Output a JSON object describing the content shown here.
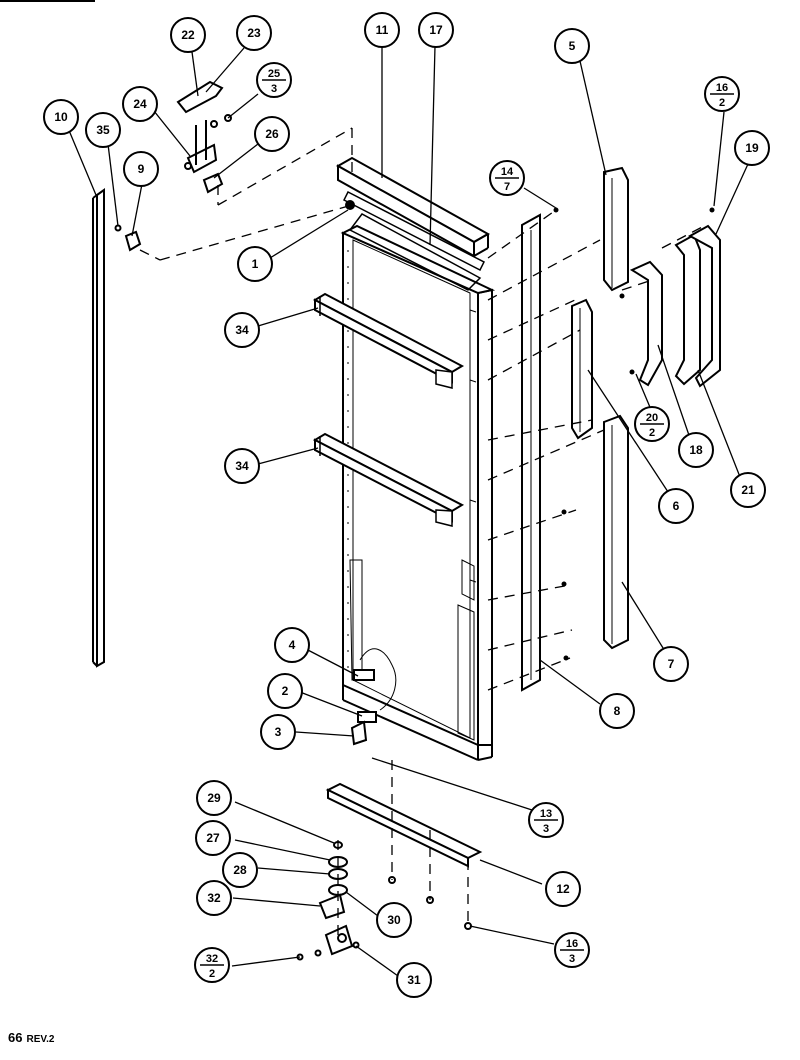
{
  "diagram": {
    "callouts": [
      {
        "id": "c22",
        "label": "22"
      },
      {
        "id": "c23",
        "label": "23"
      },
      {
        "id": "c25",
        "label": "25",
        "sub": "3"
      },
      {
        "id": "c24",
        "label": "24"
      },
      {
        "id": "c26",
        "label": "26"
      },
      {
        "id": "c10",
        "label": "10"
      },
      {
        "id": "c35",
        "label": "35"
      },
      {
        "id": "c9",
        "label": "9"
      },
      {
        "id": "c11",
        "label": "11"
      },
      {
        "id": "c17",
        "label": "17"
      },
      {
        "id": "c14",
        "label": "14",
        "sub": "7"
      },
      {
        "id": "c1",
        "label": "1"
      },
      {
        "id": "c5",
        "label": "5"
      },
      {
        "id": "c16a",
        "label": "16",
        "sub": "2"
      },
      {
        "id": "c19",
        "label": "19"
      },
      {
        "id": "c34a",
        "label": "34"
      },
      {
        "id": "c34b",
        "label": "34"
      },
      {
        "id": "c20",
        "label": "20",
        "sub": "2"
      },
      {
        "id": "c18",
        "label": "18"
      },
      {
        "id": "c21",
        "label": "21"
      },
      {
        "id": "c6",
        "label": "6"
      },
      {
        "id": "c7",
        "label": "7"
      },
      {
        "id": "c4",
        "label": "4"
      },
      {
        "id": "c2",
        "label": "2"
      },
      {
        "id": "c3",
        "label": "3"
      },
      {
        "id": "c8",
        "label": "8"
      },
      {
        "id": "c13",
        "label": "13",
        "sub": "3"
      },
      {
        "id": "c29",
        "label": "29"
      },
      {
        "id": "c27",
        "label": "27"
      },
      {
        "id": "c28",
        "label": "28"
      },
      {
        "id": "c12",
        "label": "12"
      },
      {
        "id": "c32a",
        "label": "32"
      },
      {
        "id": "c30",
        "label": "30"
      },
      {
        "id": "c16b",
        "label": "16",
        "sub": "3"
      },
      {
        "id": "c32b",
        "label": "32",
        "sub": "2"
      },
      {
        "id": "c31",
        "label": "31"
      }
    ]
  },
  "footer": {
    "page": "66",
    "rev": "REV.2"
  }
}
